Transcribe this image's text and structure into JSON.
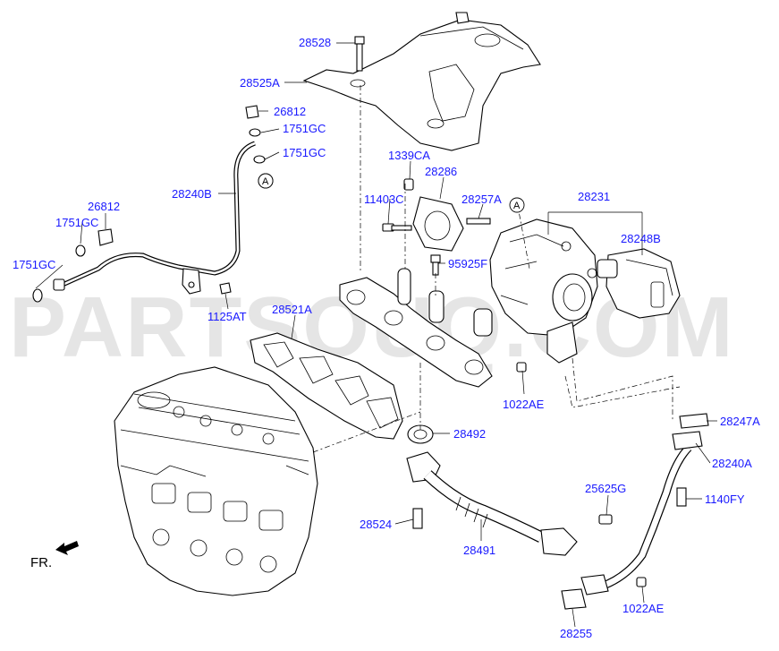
{
  "watermark": "PARTSOUQ.COM",
  "direction_label": "FR.",
  "callout_ref": "A",
  "colors": {
    "label": "#1a1aff",
    "line": "#000000",
    "watermark": "#bfbfbf"
  },
  "part_labels": [
    "28528",
    "28525A",
    "26812",
    "1751GC",
    "1751GC",
    "28240B",
    "26812",
    "1751GC",
    "1751GC",
    "1125AT",
    "1339CA",
    "28286",
    "11403C",
    "28257A",
    "28231",
    "28248B",
    "95925F",
    "28521A",
    "1022AE",
    "28492",
    "28247A",
    "28240A",
    "25625G",
    "1140FY",
    "28524",
    "28491",
    "1022AE",
    "28255"
  ]
}
